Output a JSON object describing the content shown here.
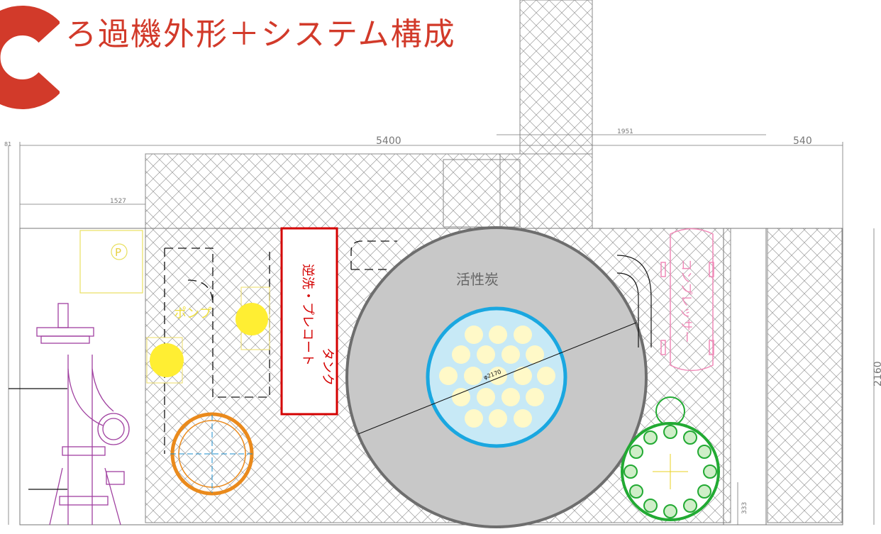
{
  "header": {
    "title": "ろ過機外形＋システム構成",
    "letter": "C"
  },
  "dimensions": {
    "overall_width": "5400",
    "side_width": "1951",
    "right_width": "540",
    "left_offset": "1527",
    "top_small": "81",
    "height": "2160",
    "bottom_height": "333"
  },
  "labels": {
    "activated_carbon": "活性炭",
    "diameter": "φ2170",
    "pump_symbol": "P",
    "pump": "ポンプ",
    "tank_line1": "逆洗・プレコート",
    "tank_line2": "タンク",
    "compressor": "コンプレッサー"
  },
  "colors": {
    "title_red": "#d23a2a",
    "tank_red": "#d40000",
    "filter_gray": "#c8c8c8",
    "filter_blue": "#1aa7e0",
    "pump_yellow": "#ffee33",
    "pipe_magenta": "#a040a0",
    "green_valve": "#22aa33",
    "orange_ring": "#ea8a1c",
    "compressor_pink": "#f08ab8"
  }
}
